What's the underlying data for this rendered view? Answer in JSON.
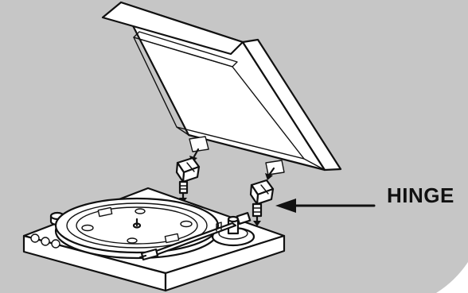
{
  "diagram": {
    "callout_label": "HINGE",
    "colors": {
      "background": "#c6c6c6",
      "corner": "#ffffff",
      "line": "#111111",
      "fill": "#ffffff"
    },
    "parts": [
      "dust-cover-lid",
      "hinge-left",
      "hinge-right",
      "turntable-base",
      "platter",
      "tonearm",
      "callout-arrow"
    ]
  }
}
